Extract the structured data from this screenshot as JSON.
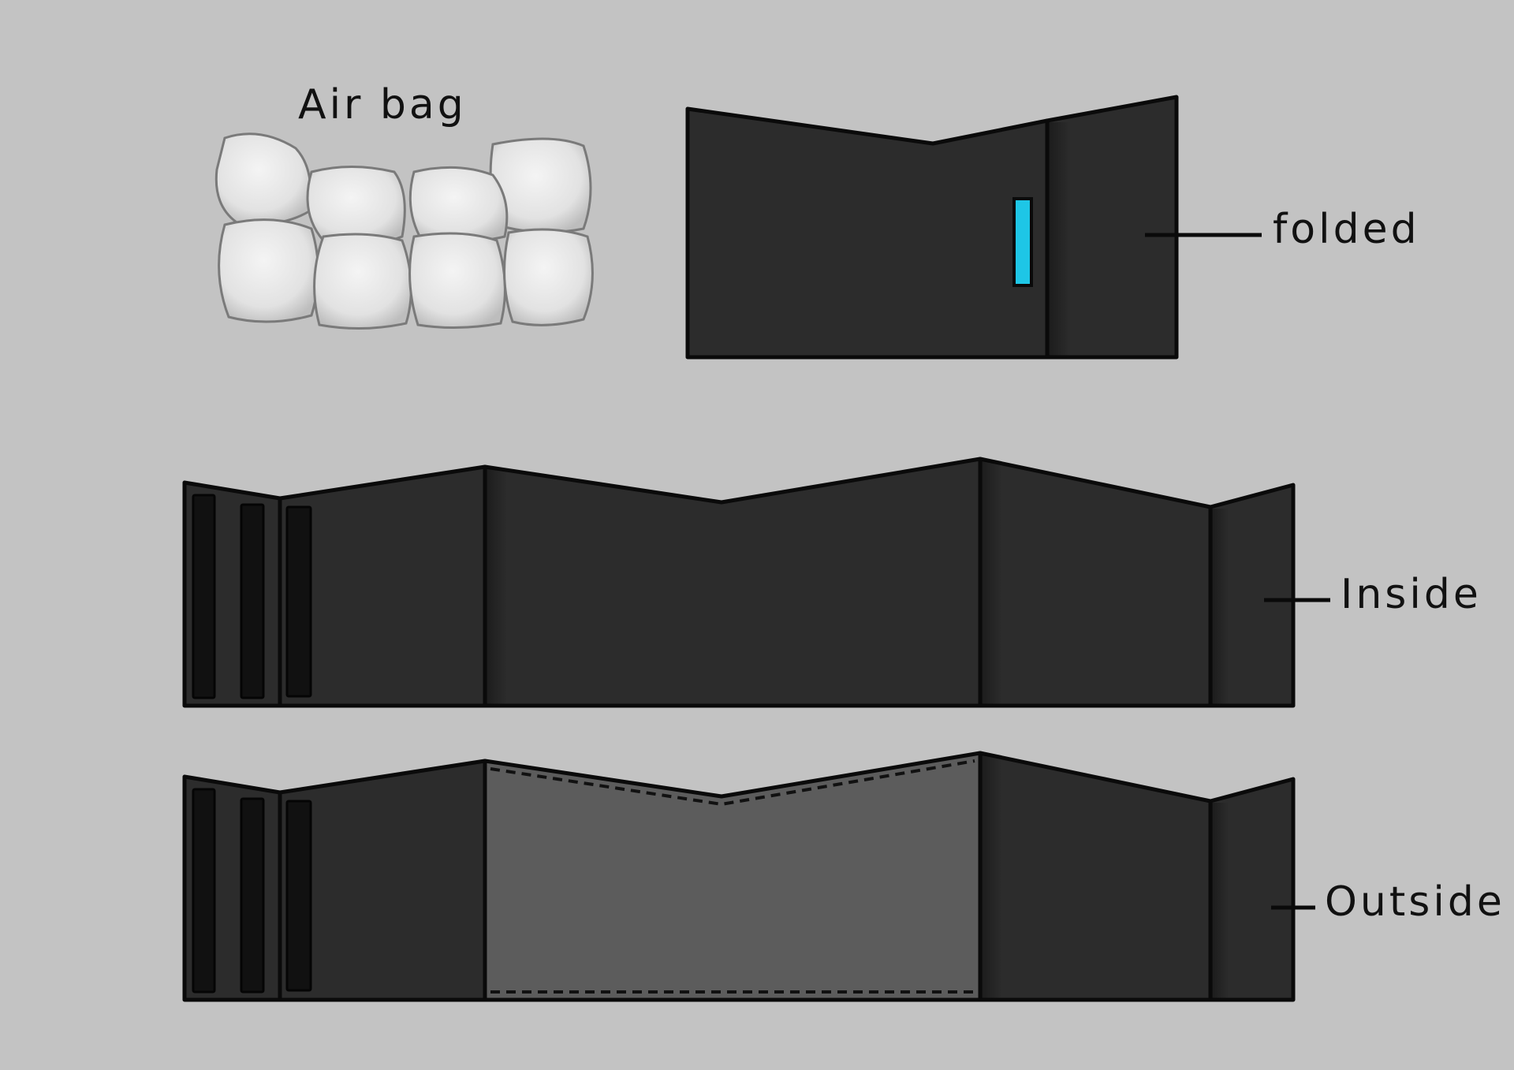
{
  "labels": {
    "air_bag": "Air bag",
    "folded": "folded",
    "inside": "Inside",
    "outside": "Outside"
  },
  "colors": {
    "background": "#c3c3c3",
    "panel": "#2c2c2c",
    "panel_edge": "#0a0a0a",
    "slot": "#111111",
    "accent_tab": "#1ec6e6",
    "outside_center_panel": "#5c5c5c",
    "air_bag_fill": "#e6e6e6",
    "air_bag_stroke": "#7a7a7a"
  }
}
